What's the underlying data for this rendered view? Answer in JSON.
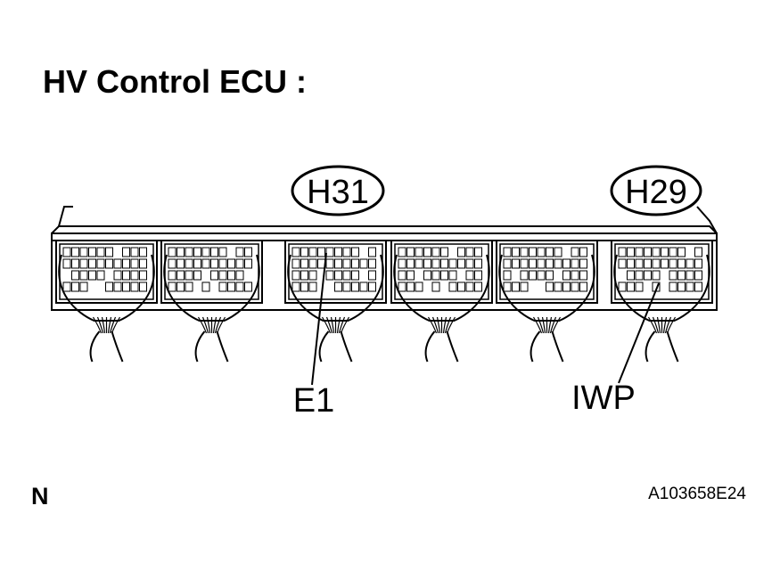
{
  "title": "HV Control ECU :",
  "connectors": [
    {
      "id": "H31"
    },
    {
      "id": "H29"
    }
  ],
  "terminals": [
    {
      "id": "E1"
    },
    {
      "id": "IWP"
    }
  ],
  "footer": {
    "left_mark": "N",
    "figure_code": "A103658E24"
  }
}
